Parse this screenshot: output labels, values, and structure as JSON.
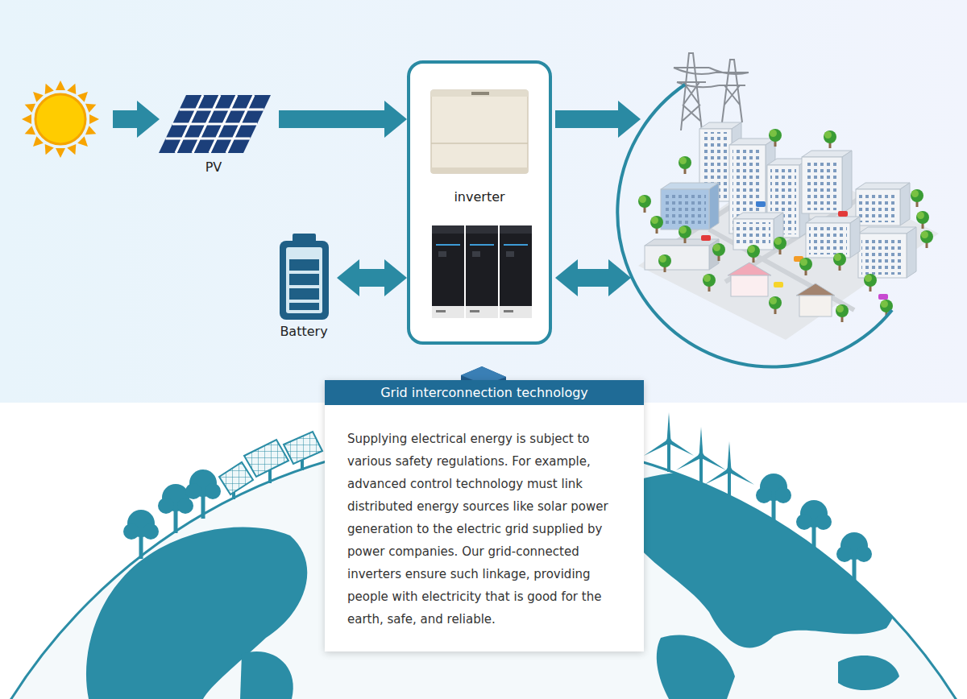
{
  "diagram": {
    "nodes": [
      {
        "text": [
          "PV"
        ]
      },
      {
        "text": [
          "inverter"
        ]
      },
      {
        "text": [
          "Battery"
        ]
      },
      {
        "text": [
          "Grid interconnection technology",
          "Supplying electrical energy is subject to various safety regulations. For example, advanced control technology must link distributed energy sources like solar power generation to the electric grid supplied by power companies. Our grid-connected inverters ensure such linkage, providing people with electricity that is good for the earth, safe, and reliable."
        ]
      }
    ],
    "edges": [
      {
        "from": 0,
        "to": 1,
        "arrow": "to"
      },
      {
        "from": 2,
        "to": 1,
        "arrow": "both"
      }
    ]
  }
}
